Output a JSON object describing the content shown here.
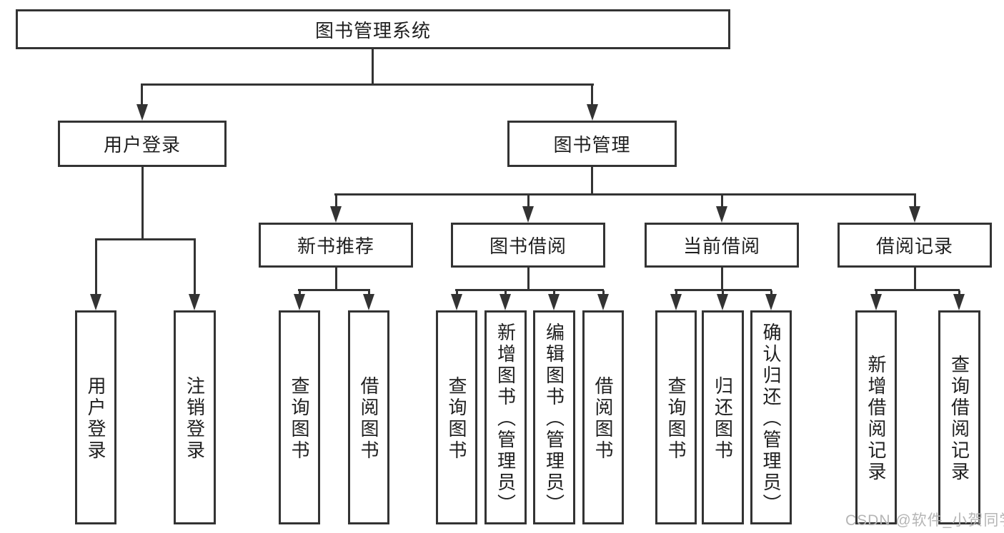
{
  "root": {
    "label": "图书管理系统"
  },
  "branches": {
    "user_login": {
      "label": "用户登录",
      "children": [
        {
          "label": "用户登录"
        },
        {
          "label": "注销登录"
        }
      ]
    },
    "book_management": {
      "label": "图书管理",
      "groups": [
        {
          "label": "新书推荐",
          "children": [
            {
              "label": "查询图书"
            },
            {
              "label": "借阅图书"
            }
          ]
        },
        {
          "label": "图书借阅",
          "children": [
            {
              "label": "查询图书"
            },
            {
              "label": "新增图书（管理员）"
            },
            {
              "label": "编辑图书（管理员）"
            },
            {
              "label": "借阅图书"
            }
          ]
        },
        {
          "label": "当前借阅",
          "children": [
            {
              "label": "查询图书"
            },
            {
              "label": "归还图书"
            },
            {
              "label": "确认归还（管理员）"
            }
          ]
        },
        {
          "label": "借阅记录",
          "children": [
            {
              "label": "新增借阅记录"
            },
            {
              "label": "查询借阅记录"
            }
          ]
        }
      ]
    }
  },
  "watermark": {
    "text": "CSDN @软件_小贺同学",
    "color": "#b5b5b5"
  },
  "colors": {
    "line": "#333333",
    "box_border": "#333333",
    "text": "#1f1f1f",
    "background": "#ffffff"
  }
}
